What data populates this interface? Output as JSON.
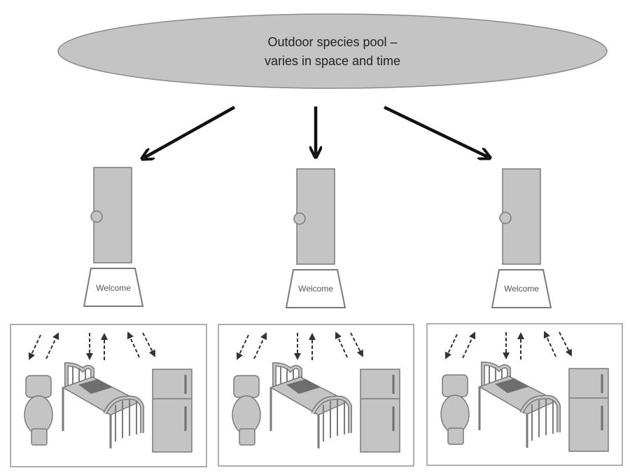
{
  "pool": {
    "line1": "Outdoor species pool –",
    "line2": "varies in space and time"
  },
  "houses": [
    {
      "mat_text": "Welcome"
    },
    {
      "mat_text": "Welcome"
    },
    {
      "mat_text": "Welcome"
    }
  ],
  "colors": {
    "fill": "#c4c4c4",
    "stroke": "#7a7a7a",
    "dark": "#6e6e6e",
    "arrow": "#111111"
  }
}
